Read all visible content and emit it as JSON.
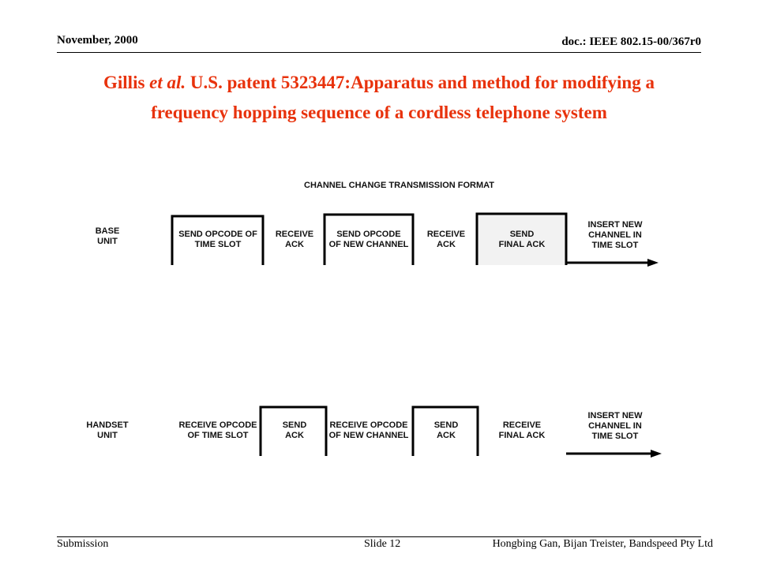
{
  "header": {
    "date": "November, 2000",
    "doc_id": "doc.: IEEE 802.15-00/367r0"
  },
  "title": {
    "line1_a": "Gillis ",
    "line1_italic": "et al.",
    "line1_b": " U.S. patent 5323447:Apparatus and method for modifying a",
    "line2": "frequency hopping sequence of a cordless telephone system",
    "color": "#e8320c"
  },
  "figure": {
    "heading": "CHANNEL CHANGE TRANSMISSION FORMAT",
    "base": {
      "label": [
        "BASE",
        "UNIT"
      ],
      "slots": [
        [
          "SEND OPCODE OF",
          "TIME SLOT"
        ],
        [
          "RECEIVE",
          "ACK"
        ],
        [
          "SEND OPCODE",
          "OF NEW CHANNEL"
        ],
        [
          "RECEIVE",
          "ACK"
        ],
        [
          "SEND",
          "FINAL ACK"
        ],
        [
          "INSERT NEW",
          "CHANNEL IN",
          "TIME SLOT"
        ]
      ]
    },
    "handset": {
      "label": [
        "HANDSET",
        "UNIT"
      ],
      "slots": [
        [
          "RECEIVE OPCODE",
          "OF TIME SLOT"
        ],
        [
          "SEND",
          "ACK"
        ],
        [
          "RECEIVE OPCODE",
          "OF NEW CHANNEL"
        ],
        [
          "SEND",
          "ACK"
        ],
        [
          "RECEIVE",
          "FINAL ACK"
        ],
        [
          "INSERT NEW",
          "CHANNEL IN",
          "TIME SLOT"
        ]
      ]
    }
  },
  "footer": {
    "left": "Submission",
    "center": "Slide 12",
    "right": "Hongbing Gan, Bijan Treister, Bandspeed Pty Ltd"
  }
}
